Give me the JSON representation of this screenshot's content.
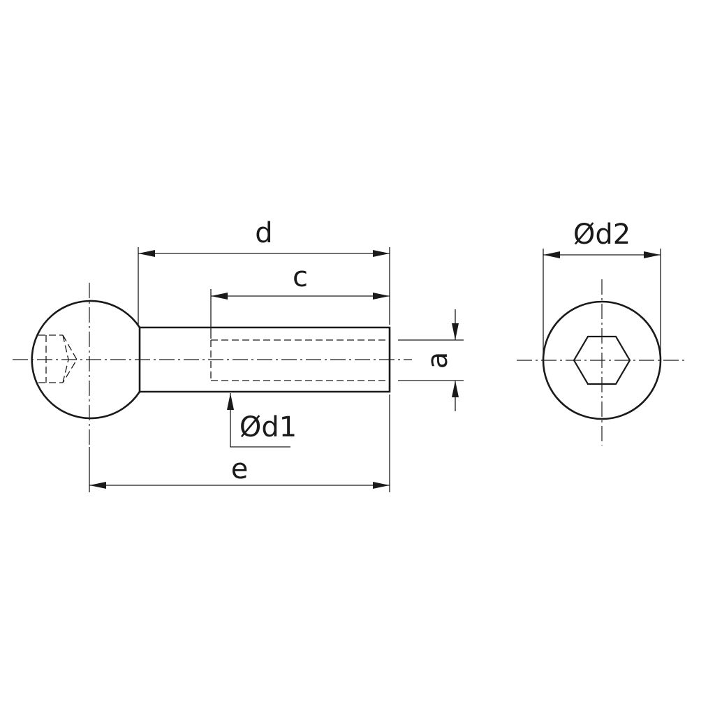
{
  "dimensions": {
    "d": "d",
    "c": "c",
    "a": "a",
    "d1": "Ød1",
    "e": "e",
    "d2": "Ød2"
  },
  "colors": {
    "line": "#1a1a1a",
    "background": "#ffffff"
  }
}
